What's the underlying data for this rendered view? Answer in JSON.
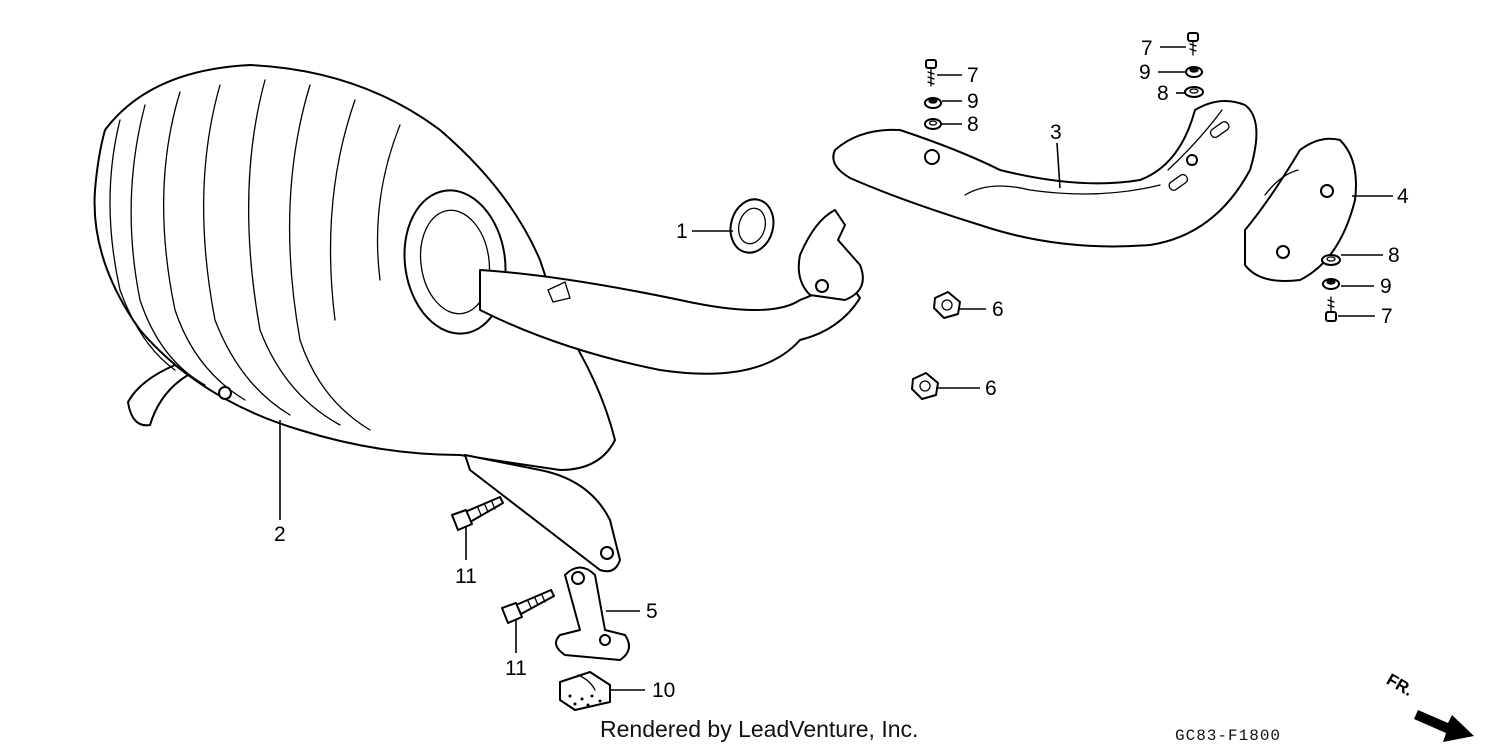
{
  "diagram": {
    "callouts": [
      {
        "id": "c1",
        "label": "1"
      },
      {
        "id": "c2",
        "label": "2"
      },
      {
        "id": "c3",
        "label": "3"
      },
      {
        "id": "c4",
        "label": "4"
      },
      {
        "id": "c5",
        "label": "5"
      },
      {
        "id": "c6a",
        "label": "6"
      },
      {
        "id": "c6b",
        "label": "6"
      },
      {
        "id": "c7a",
        "label": "7"
      },
      {
        "id": "c7b",
        "label": "7"
      },
      {
        "id": "c7c",
        "label": "7"
      },
      {
        "id": "c8a",
        "label": "8"
      },
      {
        "id": "c8b",
        "label": "8"
      },
      {
        "id": "c8c",
        "label": "8"
      },
      {
        "id": "c9a",
        "label": "9"
      },
      {
        "id": "c9b",
        "label": "9"
      },
      {
        "id": "c9c",
        "label": "9"
      },
      {
        "id": "c10",
        "label": "10"
      },
      {
        "id": "c11a",
        "label": "11"
      },
      {
        "id": "c11b",
        "label": "11"
      }
    ],
    "direction_label": "FR.",
    "credit": "Rendered by LeadVenture, Inc.",
    "diagram_code": "GC83-F1800"
  }
}
